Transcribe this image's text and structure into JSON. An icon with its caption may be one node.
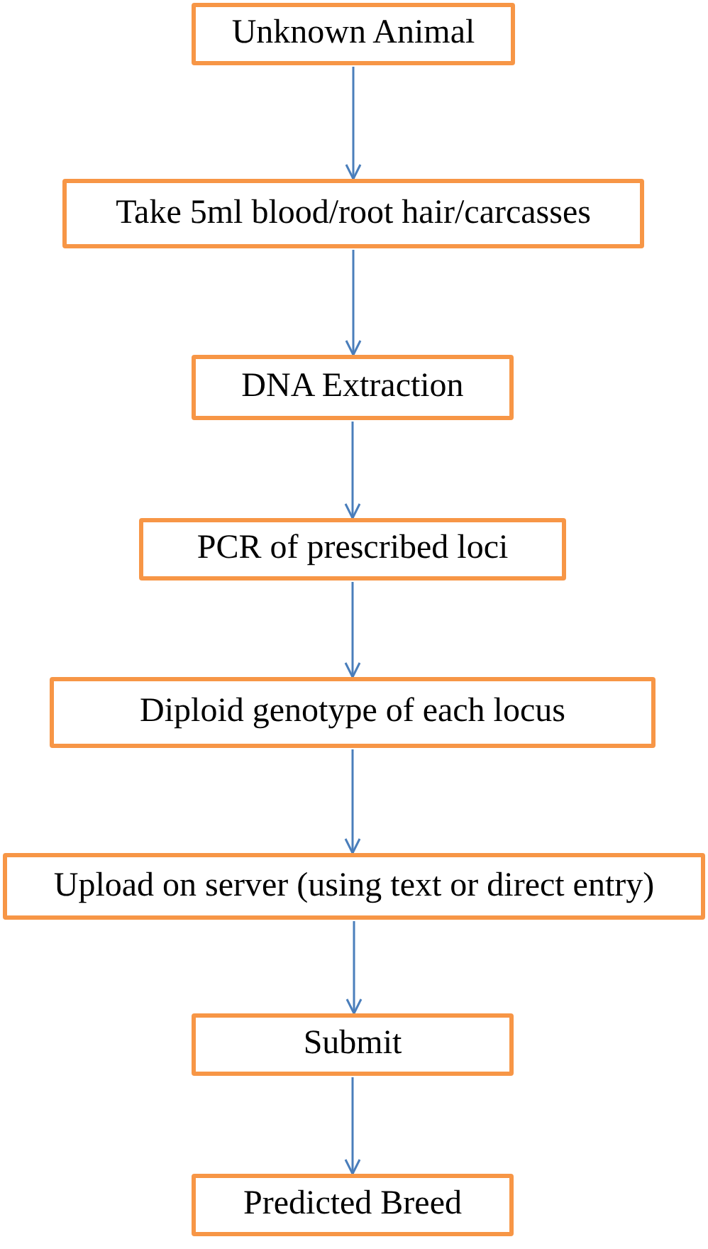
{
  "diagram": {
    "nodes": [
      {
        "text": [
          "Unknown Animal"
        ]
      },
      {
        "text": [
          "Take 5ml blood/root hair/carcasses"
        ]
      },
      {
        "text": [
          "DNA Extraction"
        ]
      },
      {
        "text": [
          "PCR of prescribed loci"
        ]
      },
      {
        "text": [
          "Diploid genotype of each locus"
        ]
      },
      {
        "text": [
          "Upload on server (using text or direct entry)"
        ]
      },
      {
        "text": [
          "Submit"
        ]
      },
      {
        "text": [
          "Predicted Breed"
        ]
      }
    ],
    "edges": [
      {
        "from": 0,
        "to": 1,
        "arrow": "to"
      },
      {
        "from": 1,
        "to": 2,
        "arrow": "to"
      },
      {
        "from": 2,
        "to": 3,
        "arrow": "to"
      },
      {
        "from": 3,
        "to": 4,
        "arrow": "to"
      },
      {
        "from": 4,
        "to": 5,
        "arrow": "to"
      },
      {
        "from": 5,
        "to": 6,
        "arrow": "to"
      },
      {
        "from": 6,
        "to": 7,
        "arrow": "to"
      }
    ]
  }
}
